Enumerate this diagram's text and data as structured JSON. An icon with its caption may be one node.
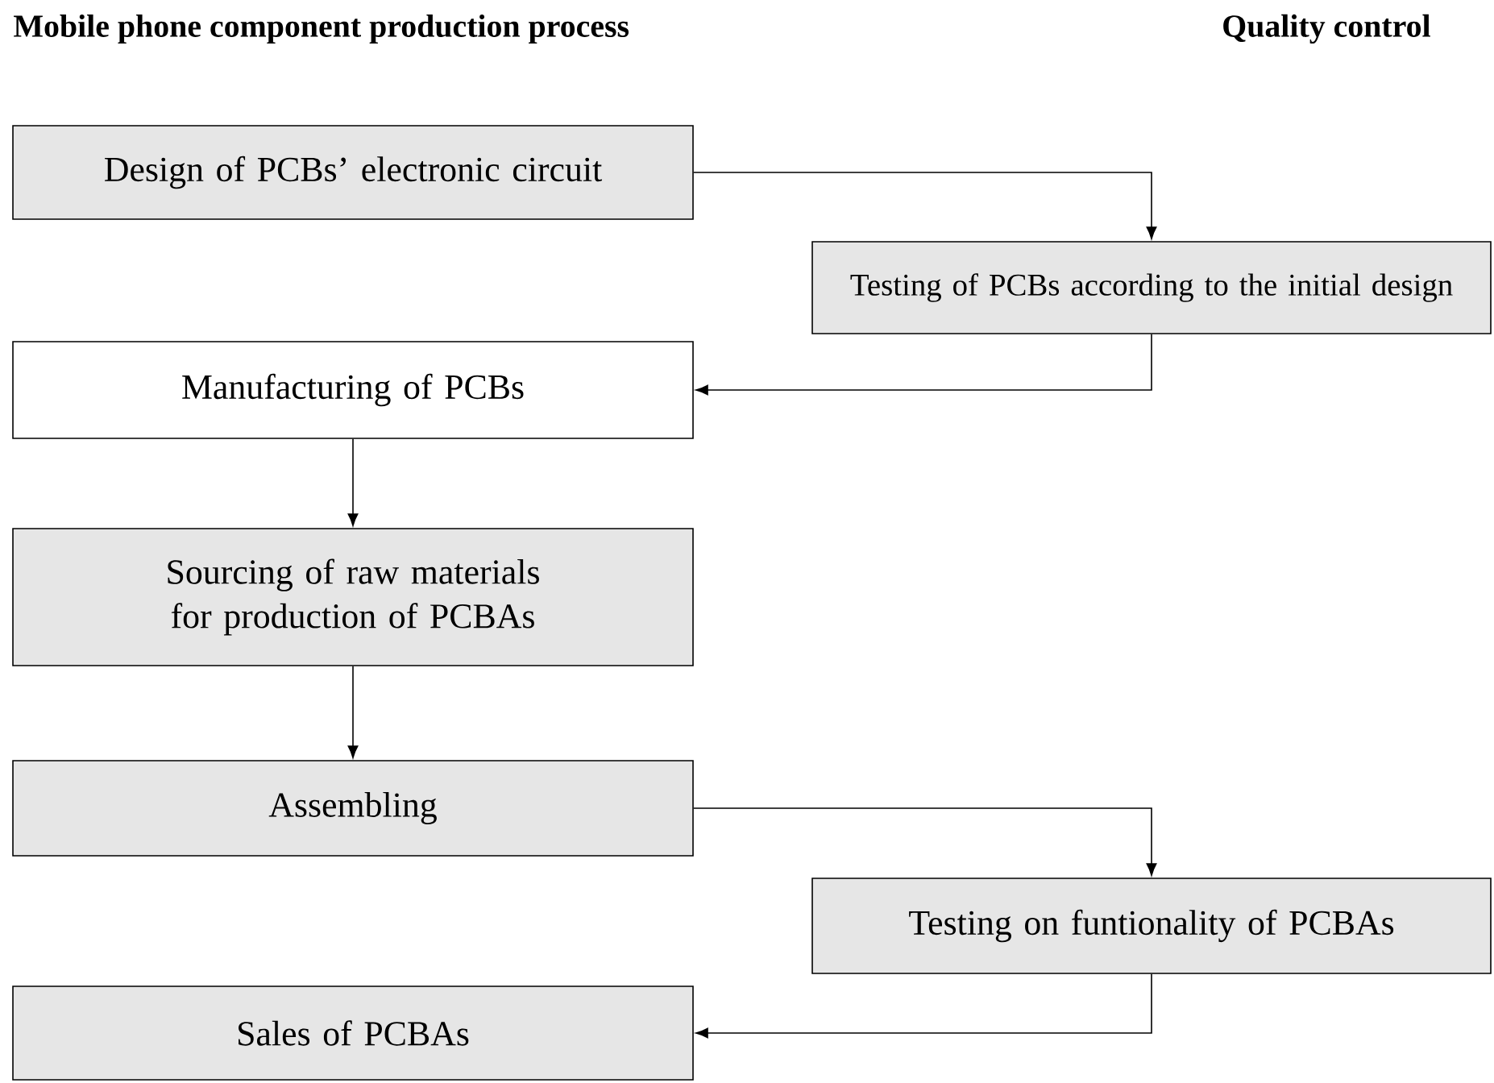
{
  "diagram": {
    "nodes": [
      {
        "text": [
          "Design of PCBs’ electronic circuit"
        ]
      },
      {
        "text": [
          "Testing of PCBs according to the initial design"
        ]
      },
      {
        "text": [
          "Manufacturing of PCBs"
        ]
      },
      {
        "text": [
          "Sourcing of raw materials for production of PCBAs"
        ]
      },
      {
        "text": [
          "Assembling"
        ]
      },
      {
        "text": [
          "Testing on funtionality of PCBAs"
        ]
      },
      {
        "text": [
          "Sales of PCBAs"
        ]
      }
    ],
    "edges": [
      {
        "from": 0,
        "to": 1,
        "arrow": "to"
      },
      {
        "from": 1,
        "to": 2,
        "arrow": "to"
      },
      {
        "from": 2,
        "to": 3,
        "arrow": "to"
      },
      {
        "from": 3,
        "to": 4,
        "arrow": "to"
      },
      {
        "from": 4,
        "to": 5,
        "arrow": "to"
      },
      {
        "from": 5,
        "to": 6,
        "arrow": "to"
      }
    ],
    "labels": [
      "Mobile phone component production process",
      "Quality control"
    ]
  }
}
